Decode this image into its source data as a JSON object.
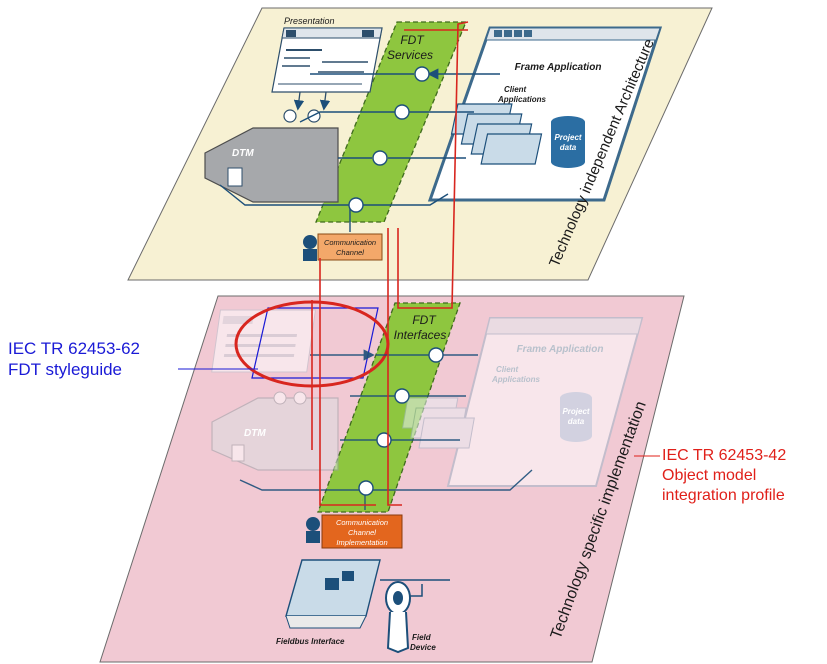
{
  "top_layer": {
    "side_label": "Technology independent Architecture",
    "presentation_label": "Presentation",
    "dtm_label": "DTM",
    "fdt_label_1": "FDT",
    "fdt_label_2": "Services",
    "frame_app_label": "Frame Application",
    "client_apps_1": "Client",
    "client_apps_2": "Applications",
    "project_data_1": "Project",
    "project_data_2": "data",
    "comm_channel_1": "Communication",
    "comm_channel_2": "Channel"
  },
  "bottom_layer": {
    "side_label": "Technology specific implementation",
    "dtm_label": "DTM",
    "fdt_label_1": "FDT",
    "fdt_label_2": "Interfaces",
    "frame_app_label": "Frame Application",
    "client_apps_1": "Client",
    "client_apps_2": "Applications",
    "project_data_1": "Project",
    "project_data_2": "data",
    "comm_impl_1": "Communication",
    "comm_impl_2": "Channel",
    "comm_impl_3": "Implementation",
    "fieldbus_label": "Fieldbus Interface",
    "field_device_1": "Field",
    "field_device_2": "Device"
  },
  "callouts": {
    "styleguide_line1": "IEC TR 62453-62",
    "styleguide_line2": "FDT styleguide",
    "profile_line1": "IEC TR 62453-42",
    "profile_line2": "Object model",
    "profile_line3": "integration profile"
  },
  "colors": {
    "top_layer_fill": "#f7f1d3",
    "bottom_layer_fill": "#f1c9d3",
    "fdt_band": "#8ec63f",
    "red_line": "#d8261f",
    "blue_callout": "#1a1ad6",
    "red_callout": "#e0201a",
    "dtm_gray": "#a6a8ab",
    "connector_blue": "#1c4f7a",
    "comm_orange": "#f3a86a",
    "comm_impl_orange": "#e3661e"
  }
}
